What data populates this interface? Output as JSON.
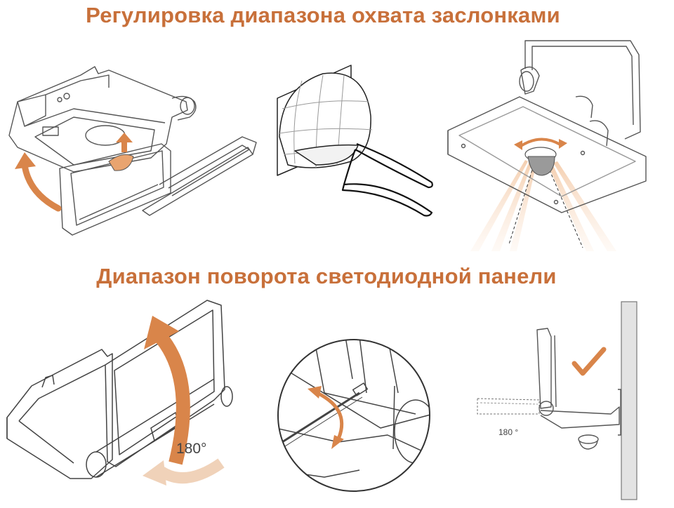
{
  "headings": {
    "top": "Регулировка диапазона охвата заслонками",
    "bottom": "Диапазон поворота светодиодной панели"
  },
  "labels": {
    "rotation_angle_large": "180°",
    "rotation_angle_small": "180 °"
  },
  "icons": [
    "rotate-arrow-icon",
    "tweezers-icon",
    "sensor-dome-icon",
    "check-mark-icon"
  ],
  "colors": {
    "accent": "#c8703a",
    "arrow": "#d9854a",
    "line": "#555555"
  }
}
